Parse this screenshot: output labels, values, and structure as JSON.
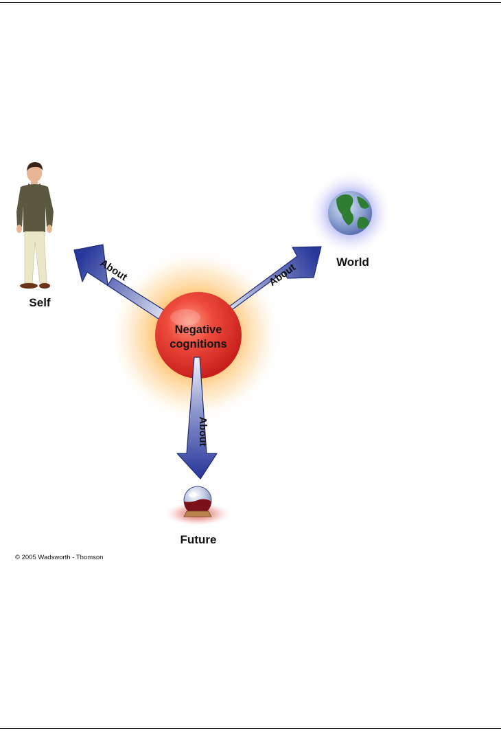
{
  "center": {
    "line1": "Negative",
    "line2": "cognitions"
  },
  "nodes": {
    "self": "Self",
    "world": "World",
    "future": "Future"
  },
  "arrows": {
    "self": "About",
    "world": "About",
    "future": "About"
  },
  "credit": "© 2005 Wadsworth - Thomson",
  "colors": {
    "arrow_dark": "#2b3d98",
    "arrow_light": "#e9ecf7",
    "sphere": "#e63a2e",
    "glow": "#ffb347",
    "globe_glow": "#8a8ee8"
  },
  "icons": {
    "self": "person-figure",
    "world": "globe",
    "future": "crystal-ball"
  }
}
